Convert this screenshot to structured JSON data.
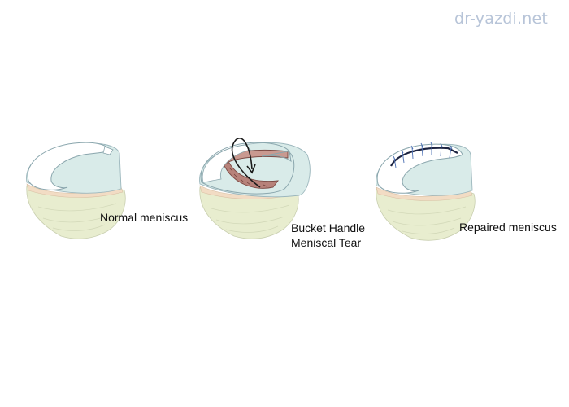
{
  "watermark": "dr-yazdi.net",
  "panels": [
    {
      "label": "Normal meniscus"
    },
    {
      "label_line1": "Bucket Handle",
      "label_line2": "Meniscal Tear"
    },
    {
      "label": "Repaired meniscus"
    }
  ],
  "colors": {
    "tibia": "#e8edcf",
    "plateau": "#d9ebe9",
    "meniscus": "#ffffff",
    "cartilage": "#f2dcc4",
    "tear": "#b7827a",
    "suture": "#2a3a8a",
    "arrow": "#1a1a1a"
  }
}
